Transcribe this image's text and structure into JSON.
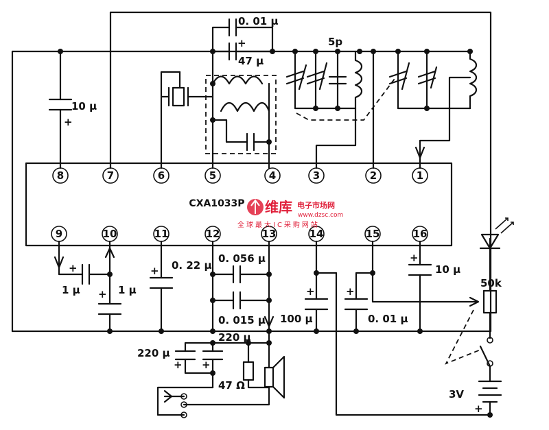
{
  "chip": {
    "part_number": "CXA1033P"
  },
  "pins_top": [
    "8",
    "7",
    "6",
    "5",
    "4",
    "3",
    "2",
    "1"
  ],
  "pins_bottom": [
    "9",
    "10",
    "11",
    "12",
    "13",
    "14",
    "15",
    "16"
  ],
  "components": {
    "c_001": "0. 01 μ",
    "c_47": "47 μ",
    "c_5p": "5p",
    "c_10u_pin8": "10 μ",
    "c_1u_a": "1 μ",
    "c_1u_b": "1 μ",
    "c_022": "0. 22 μ",
    "c_0056": "0. 056 μ",
    "c_0015": "0. 015 μ",
    "c_100": "100 μ",
    "c_001b": "0. 01 μ",
    "c_10u_pin16": "10 μ",
    "c_220a": "220 μ",
    "c_220b": "220 μ",
    "r_47": "47 Ω",
    "pot_50k": "50k",
    "battery": "3V",
    "plus_sign": "+"
  },
  "watermark": {
    "brand": "维库",
    "tagline": "电子市场网",
    "url": "www.dzsc.com",
    "slogan": "全球最大IC采购网站"
  }
}
